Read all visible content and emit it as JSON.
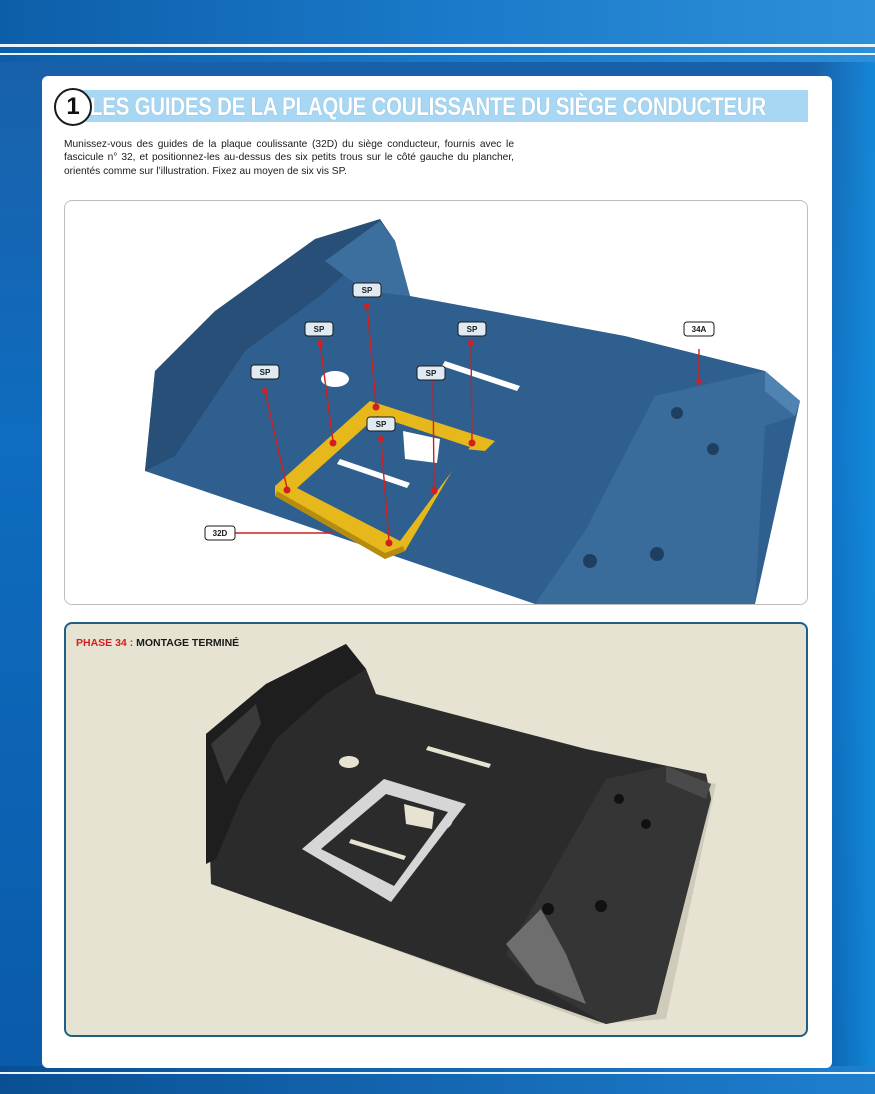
{
  "step": {
    "number": "1",
    "title": "LES GUIDES DE LA PLAQUE COULISSANTE DU SIÈGE CONDUCTEUR"
  },
  "instructions": "Munissez-vous des guides de la plaque coulissante (32D) du siège conducteur, fournis avec le fascicule n° 32, et positionnez-les au-dessus des six petits trous sur le côté gauche du plancher, orientés comme sur l’illustration. Fixez au moyen de six vis SP.",
  "diagram": {
    "screw_label": "SP",
    "part_floor": "34A",
    "part_guides": "32D"
  },
  "phase": {
    "prefix": "PHASE 34 :",
    "label": "MONTAGE TERMINÉ"
  },
  "colors": {
    "page_blue": "#0f6cc0",
    "title_bar": "#a7d7f3",
    "floor_blue": "#2f5f8e",
    "guide_yellow": "#e6b81c",
    "leader_red": "#d11f1f",
    "phase_red": "#d11f1f",
    "phase_bg": "#e6e3d3",
    "floor_dark": "#2b2b2b"
  }
}
